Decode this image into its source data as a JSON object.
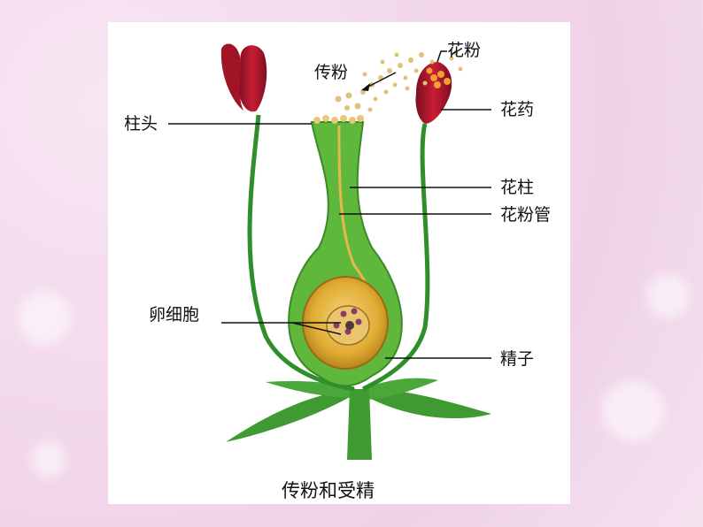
{
  "labels": {
    "pollen_top": "花粉",
    "pollination": "传粉",
    "stigma": "柱头",
    "anther": "花药",
    "style": "花柱",
    "pollen_tube": "花粉管",
    "egg_cell": "卵细胞",
    "sperm": "精子"
  },
  "caption": "传粉和受精",
  "colors": {
    "stem_green": "#2f8f2a",
    "ovary_green": "#5fb83c",
    "leaf_green": "#3f9a32",
    "anther_red": "#b0152b",
    "ovule_yellow": "#e4b43a",
    "pollen": "#e8c77a"
  }
}
